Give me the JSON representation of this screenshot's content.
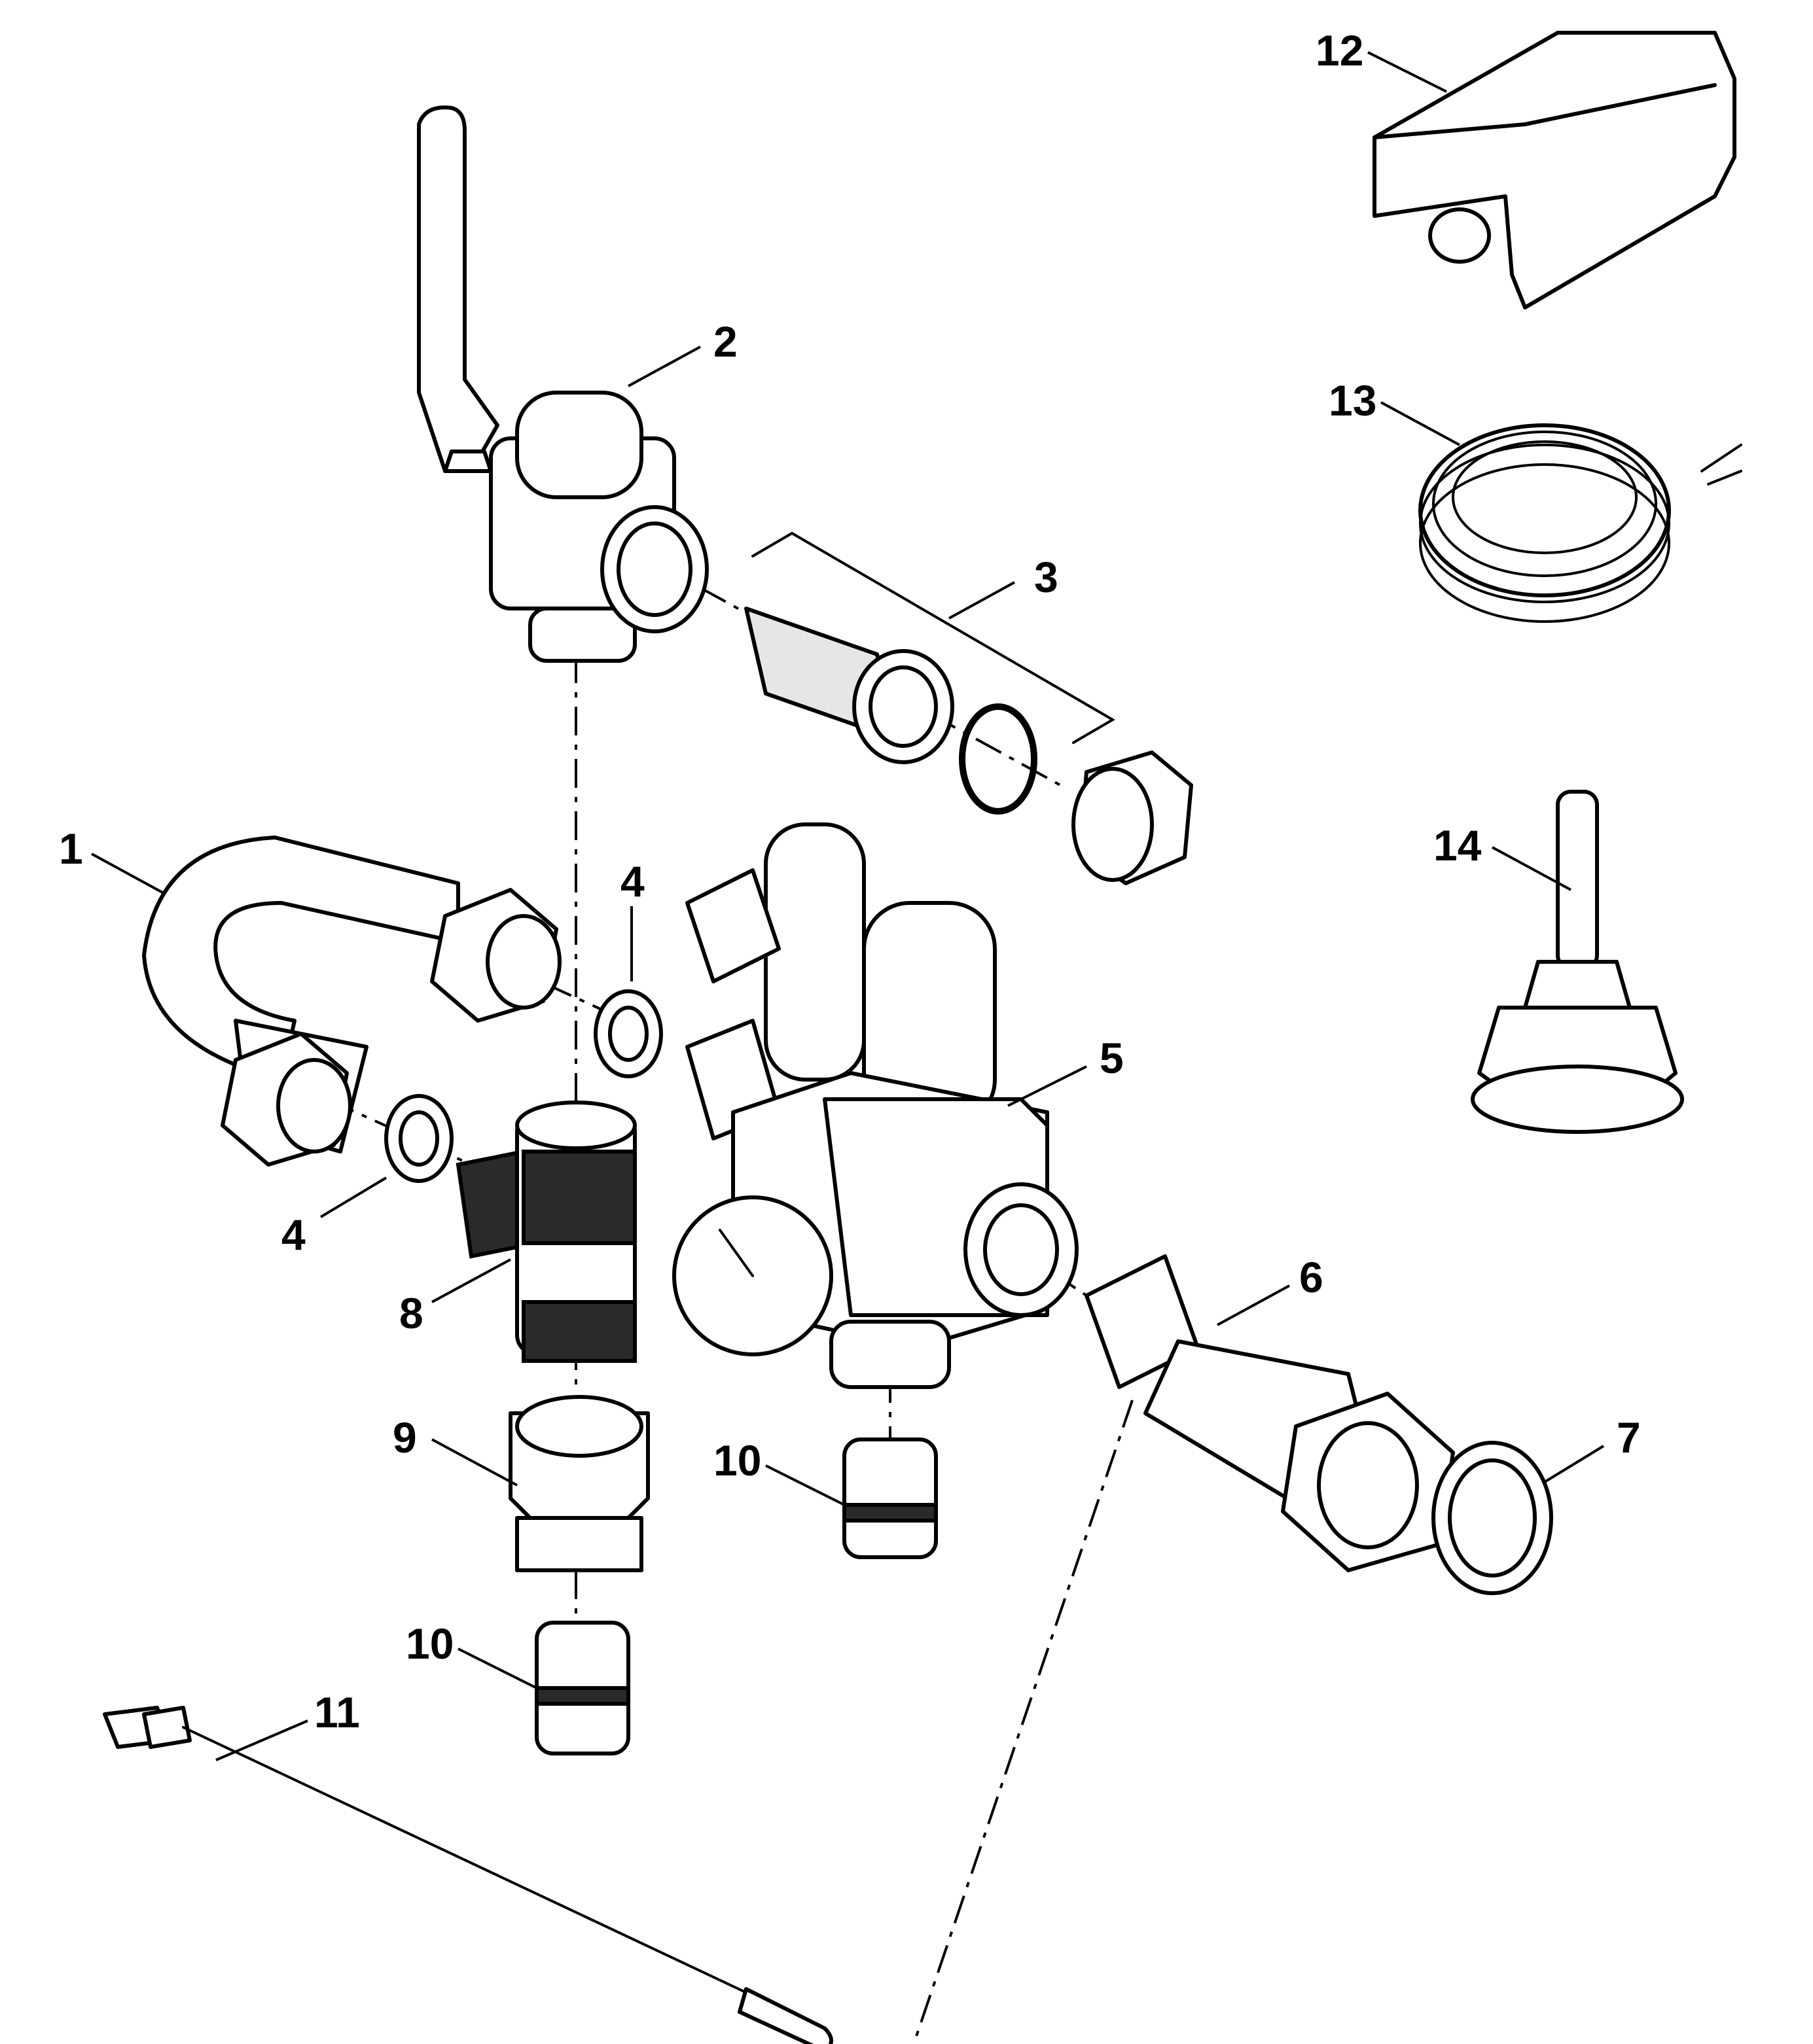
{
  "diagram": {
    "callouts": [
      {
        "id": "c1",
        "text": "1"
      },
      {
        "id": "c2",
        "text": "2"
      },
      {
        "id": "c3",
        "text": "3"
      },
      {
        "id": "c4a",
        "text": "4"
      },
      {
        "id": "c4b",
        "text": "4"
      },
      {
        "id": "c5",
        "text": "5"
      },
      {
        "id": "c6",
        "text": "6"
      },
      {
        "id": "c7",
        "text": "7"
      },
      {
        "id": "c8",
        "text": "8"
      },
      {
        "id": "c9",
        "text": "9"
      },
      {
        "id": "c10a",
        "text": "10"
      },
      {
        "id": "c10b",
        "text": "10"
      },
      {
        "id": "c11",
        "text": "11"
      },
      {
        "id": "c12",
        "text": "12"
      },
      {
        "id": "c13",
        "text": "13"
      },
      {
        "id": "c14",
        "text": "14"
      }
    ],
    "colors": {
      "line": "#000000",
      "background": "#ffffff",
      "fill": "#ffffff"
    }
  }
}
